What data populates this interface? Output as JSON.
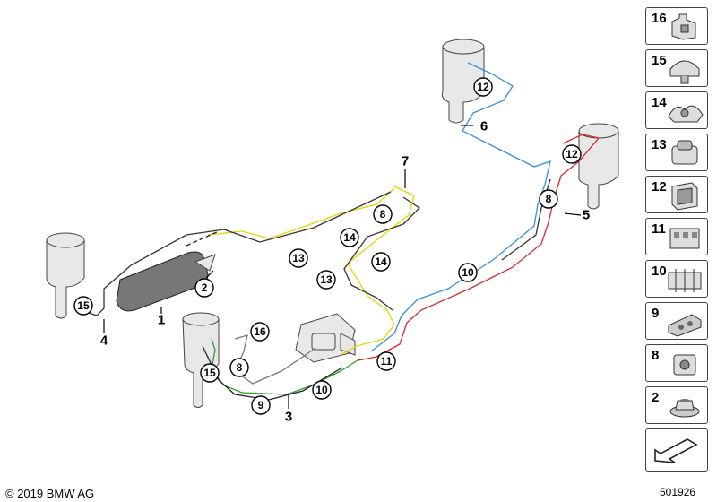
{
  "diagram": {
    "callouts": [
      "12",
      "12",
      "8",
      "8",
      "14",
      "14",
      "13",
      "13",
      "2",
      "15",
      "15",
      "16",
      "8",
      "9",
      "10",
      "11",
      "10"
    ],
    "labels": [
      "7",
      "6",
      "5",
      "1",
      "4",
      "3"
    ]
  },
  "legend": {
    "items": [
      "16",
      "15",
      "14",
      "13",
      "12",
      "11",
      "10",
      "9",
      "8",
      "2"
    ],
    "nav_icon": "arrow-icon"
  },
  "footer": {
    "copyright": "© 2019 BMW AG",
    "diagram_id": "501926"
  },
  "colors": {
    "yellow_line": "#e8d400",
    "blue_line": "#3a8fd8",
    "red_line": "#d42a2a",
    "green_line": "#2e9a2e",
    "dark_line": "#333333"
  }
}
